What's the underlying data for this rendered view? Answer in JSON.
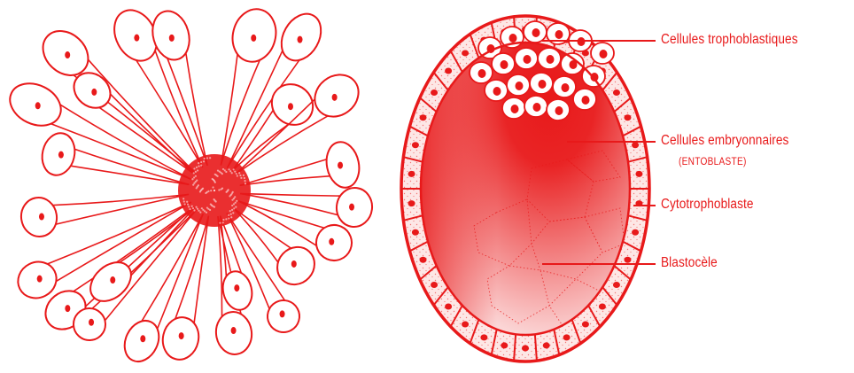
{
  "colors": {
    "ink": "#e8191a",
    "background": "#ffffff"
  },
  "labels": {
    "trophoblast_cells": "Cellules trophoblastiques",
    "embryonic_cells": "Cellules embryonnaires",
    "entoblast": "(ENTOBLASTE)",
    "cytotrophoblast": "Cytotrophoblaste",
    "blastocoel": "Blastocèle"
  }
}
